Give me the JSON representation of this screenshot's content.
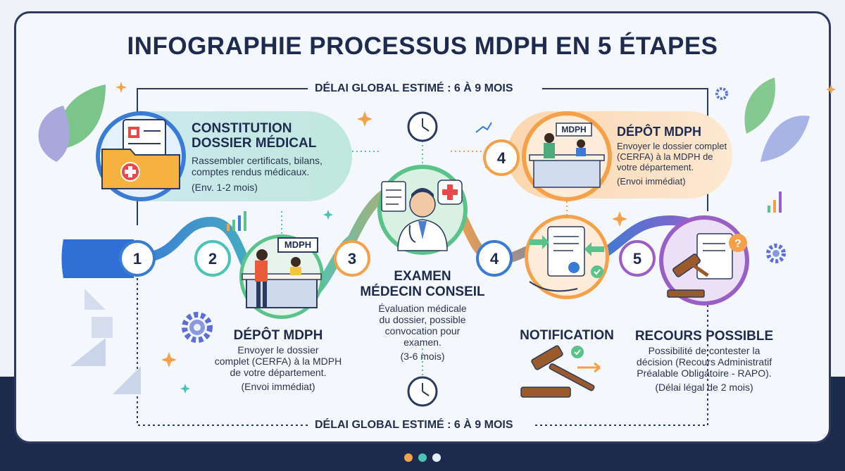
{
  "title": "INFOGRAPHIE PROCESSUS MDPH EN 5 ÉTAPES",
  "delay_top": "DÉLAI GLOBAL ESTIMÉ : 6 À 9 MOIS",
  "delay_bottom": "DÉLAI GLOBAL ESTIMÉ : 6 À 9 MOIS",
  "numbers": {
    "n1": "1",
    "n2": "2",
    "n3": "3",
    "n4a": "4",
    "n4b": "4",
    "n5": "5"
  },
  "mdph_sign": "MDPH",
  "steps": {
    "constitution": {
      "title_1": "CONSTITUTION",
      "title_2": "DOSSIER MÉDICAL",
      "desc_1": "Rassembler certificats, bilans,",
      "desc_2": "comptes rendus médicaux.",
      "duration": "(Env. 1-2 mois)"
    },
    "depot_bottom": {
      "title": "DÉPÔT MDPH",
      "desc_1": "Envoyer le dossier",
      "desc_2": "complet (CERFA) à la MDPH",
      "desc_3": "de votre département.",
      "duration": "(Envoi immédiat)"
    },
    "examen": {
      "title_1": "EXAMEN",
      "title_2": "MÉDECIN CONSEIL",
      "desc_1": "Évaluation médicale",
      "desc_2": "du dossier, possible",
      "desc_3": "convocation pour",
      "desc_4": "examen.",
      "duration": "(3-6 mois)"
    },
    "depot_top": {
      "title": "DÉPÔT MDPH",
      "desc_1": "Envoyer le dossier complet",
      "desc_2": "(CERFA) à la MDPH de",
      "desc_3": "votre département.",
      "duration": "(Envoi immédiat)"
    },
    "notification": {
      "title": "NOTIFICATION"
    },
    "recours": {
      "title": "RECOURS POSSIBLE",
      "desc_1": "Possibilité de contester la",
      "desc_2": "décision (Recours Administratif",
      "desc_3": "Préalable Obligatoire - RAPO).",
      "duration": "(Délai légal de 2 mois)"
    }
  },
  "colors": {
    "navy": "#1e2b4f",
    "teal": "#4cc3b7",
    "green": "#5bc28b",
    "orange": "#f4a14a",
    "purple": "#9a5fc7",
    "blue": "#2f6fd6"
  },
  "icons": [
    "medical-folder-icon",
    "mdph-desk-icon",
    "doctor-icon",
    "clock-icon",
    "document-exchange-icon",
    "gavel-icon",
    "gear-icon",
    "sparkle-icon",
    "bar-chart-icon",
    "leaf-icon"
  ]
}
